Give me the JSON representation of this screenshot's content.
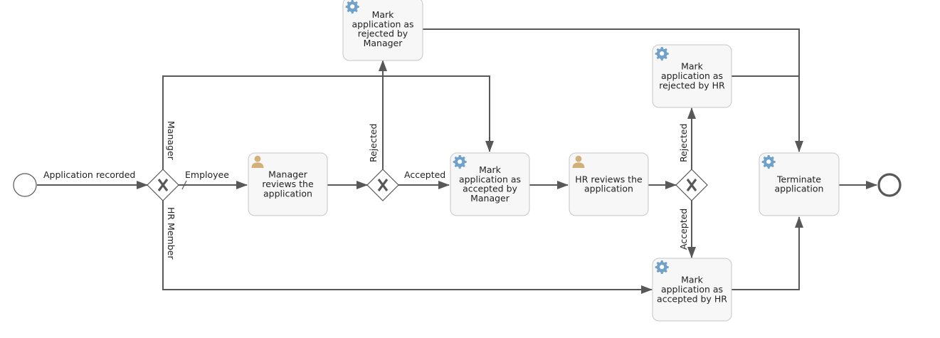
{
  "diagram": {
    "tasks": {
      "manager_review": {
        "lines": [
          "Manager",
          "reviews the",
          "application"
        ],
        "icon": "user-icon"
      },
      "rejected_by_manager": {
        "lines": [
          "Mark",
          "application as",
          "rejected by",
          "Manager"
        ],
        "icon": "gear-icon"
      },
      "accepted_by_manager": {
        "lines": [
          "Mark",
          "application as",
          "accepted by",
          "Manager"
        ],
        "icon": "gear-icon"
      },
      "hr_review": {
        "lines": [
          "HR reviews the",
          "application"
        ],
        "icon": "user-icon"
      },
      "rejected_by_hr": {
        "lines": [
          "Mark",
          "application as",
          "rejected by HR"
        ],
        "icon": "gear-icon"
      },
      "accepted_by_hr": {
        "lines": [
          "Mark",
          "application as",
          "accepted by HR"
        ],
        "icon": "gear-icon"
      },
      "terminate": {
        "lines": [
          "Terminate",
          "application"
        ],
        "icon": "gear-icon"
      }
    },
    "flow_labels": {
      "application_recorded": "Application recorded",
      "employee": "Employee",
      "manager": "Manager",
      "hr_member": "HR Member",
      "mgr_rejected": "Rejected",
      "mgr_accepted": "Accepted",
      "hr_rejected": "Rejected",
      "hr_accepted": "Accepted"
    },
    "colors": {
      "stroke": "#585858",
      "task_fill": "#f7f7f7",
      "task_border": "#c6c6c6",
      "gear_icon": "#6fa1c9",
      "user_icon": "#d2b07a"
    }
  }
}
